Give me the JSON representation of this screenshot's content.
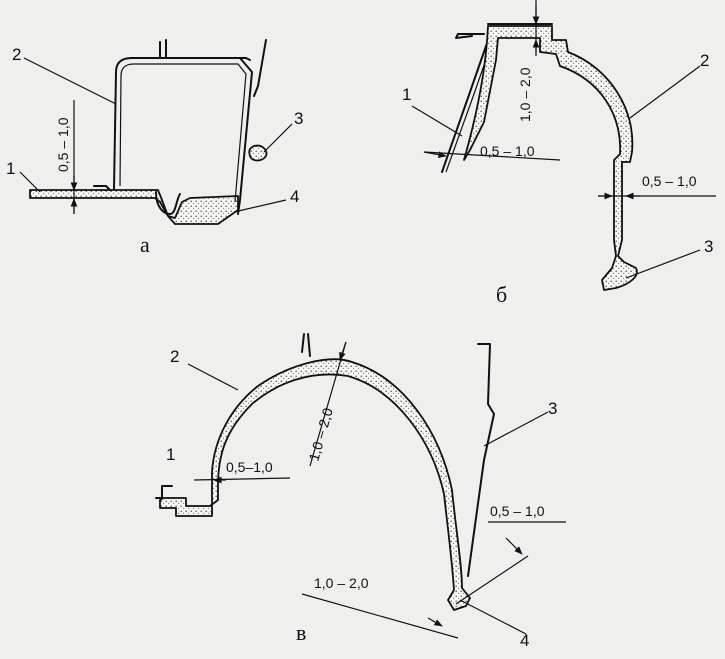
{
  "panels": {
    "a": {
      "letter": "а",
      "callouts": {
        "c1": "1",
        "c2": "2",
        "c3": "3",
        "c4": "4"
      },
      "dims": {
        "d1": "0,5 – 1,0"
      }
    },
    "b": {
      "letter": "б",
      "callouts": {
        "c1": "1",
        "c2": "2",
        "c3": "3"
      },
      "dims": {
        "d1": "1,0 – 2,0",
        "d2": "0,5 – 1,0",
        "d3": "0,5 – 1,0"
      }
    },
    "c": {
      "letter": "в",
      "callouts": {
        "c1": "1",
        "c2": "2",
        "c3": "3",
        "c4": "4"
      },
      "dims": {
        "d1": "0,5–1,0",
        "d2": "1,0 – 2,0",
        "d3": "0,5 – 1,0",
        "d4": "1,0 – 2,0"
      }
    }
  },
  "colors": {
    "ink": "#111111",
    "paper": "#efefed"
  }
}
